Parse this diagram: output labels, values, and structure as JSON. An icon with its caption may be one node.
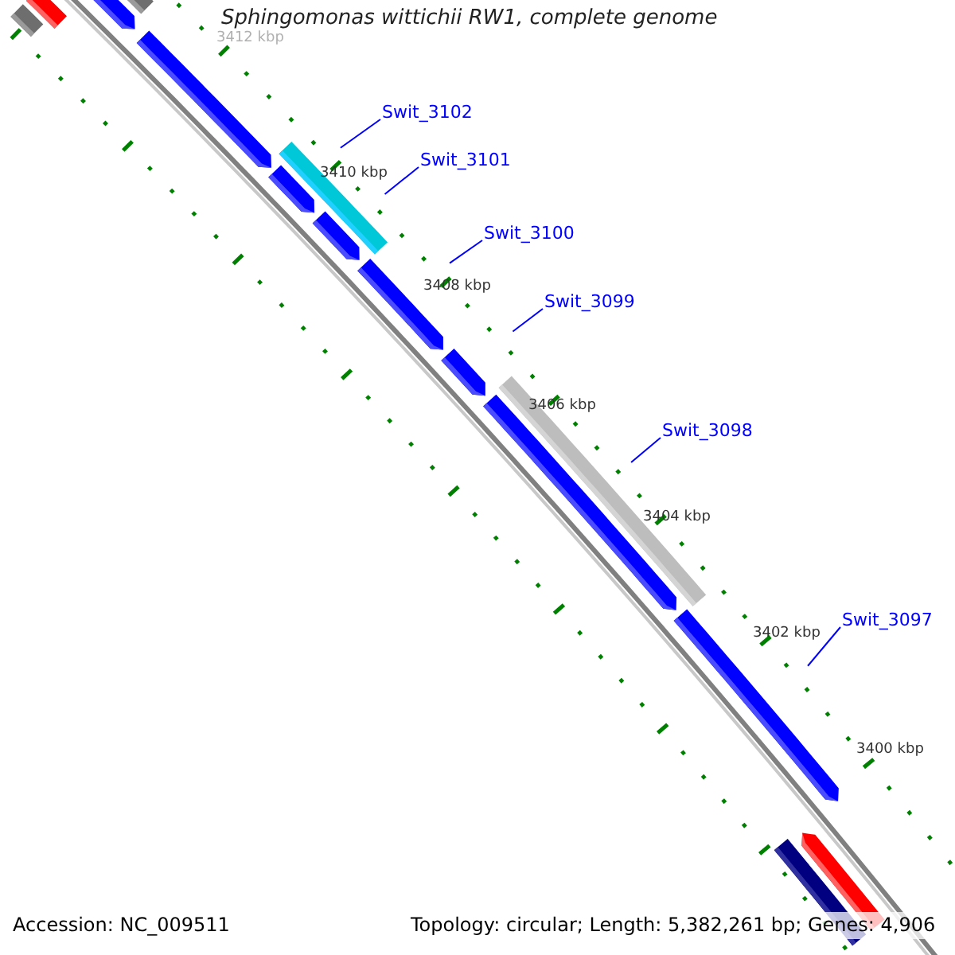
{
  "diagram": {
    "title": "Sphingomonas wittichii RW1, complete genome",
    "nodes": [
      {
        "text": [],
        "shape": "bar"
      },
      {
        "text": [],
        "shape": "bar"
      },
      {
        "text": [],
        "shape": "arrow"
      },
      {
        "text": [],
        "shape": "bar"
      },
      {
        "text": [],
        "shape": "arrow"
      },
      {
        "text": [],
        "shape": "bar"
      },
      {
        "text": [],
        "shape": "arrow"
      },
      {
        "text": [],
        "shape": "arrow"
      },
      {
        "text": [],
        "shape": "arrow"
      },
      {
        "text": [],
        "shape": "arrow"
      },
      {
        "text": [],
        "shape": "bar"
      },
      {
        "text": [],
        "shape": "arrow"
      },
      {
        "text": [],
        "shape": "arrow"
      },
      {
        "text": [],
        "shape": "bar"
      },
      {
        "text": [],
        "shape": "arrow"
      },
      {
        "text": [
          "Swit_3102"
        ]
      },
      {
        "text": [
          "Swit_3101"
        ]
      },
      {
        "text": [
          "Swit_3100"
        ]
      },
      {
        "text": [
          "Swit_3099"
        ]
      },
      {
        "text": [
          "Swit_3098"
        ]
      },
      {
        "text": [
          "Swit_3097"
        ]
      }
    ],
    "edges": [
      {
        "from": 15,
        "to": null,
        "arrow": "none"
      },
      {
        "from": 16,
        "to": null,
        "arrow": "none"
      },
      {
        "from": 17,
        "to": null,
        "arrow": "none"
      },
      {
        "from": 18,
        "to": null,
        "arrow": "none"
      },
      {
        "from": 19,
        "to": null,
        "arrow": "none"
      },
      {
        "from": 20,
        "to": null,
        "arrow": "none"
      }
    ],
    "labels": [
      "3412 kbp",
      "3410 kbp",
      "3408 kbp",
      "3406 kbp",
      "3404 kbp",
      "3402 kbp",
      "3400 kbp",
      "Accession: NC_009511",
      "Topology: circular; Length: 5,382,261 bp; Genes: 4,906"
    ]
  }
}
